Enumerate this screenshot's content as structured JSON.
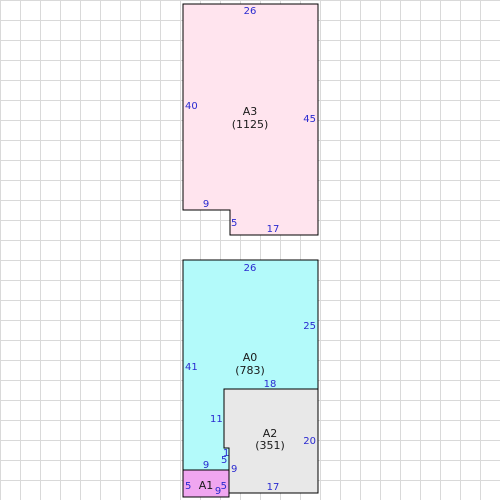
{
  "rooms": {
    "a3": {
      "name": "A3",
      "area": "(1125)",
      "fill": "#ffe4ee",
      "dims": {
        "top": "26",
        "left": "40",
        "right": "45",
        "notch_h": "9",
        "notch_v": "5",
        "bottom": "17"
      }
    },
    "a0": {
      "name": "A0",
      "area": "(783)",
      "fill": "#b3fafa",
      "dims": {
        "top": "26",
        "right": "25",
        "left": "41",
        "inner_h": "18",
        "inner_v": "11",
        "step_v": "1",
        "step_v2": "5",
        "sill": "9"
      }
    },
    "a2": {
      "name": "A2",
      "area": "(351)",
      "fill": "#e8e8e8",
      "dims": {
        "right": "20",
        "left": "9",
        "bottom": "17"
      }
    },
    "a1": {
      "name": "A1",
      "area": "",
      "fill": "#f0a6f0",
      "dims": {
        "left": "5",
        "bottom": "9",
        "right": "5"
      }
    }
  },
  "colors": {
    "grid": "#d9d9d9",
    "outline": "#000000",
    "dimension_text": "#2a2ad0"
  }
}
